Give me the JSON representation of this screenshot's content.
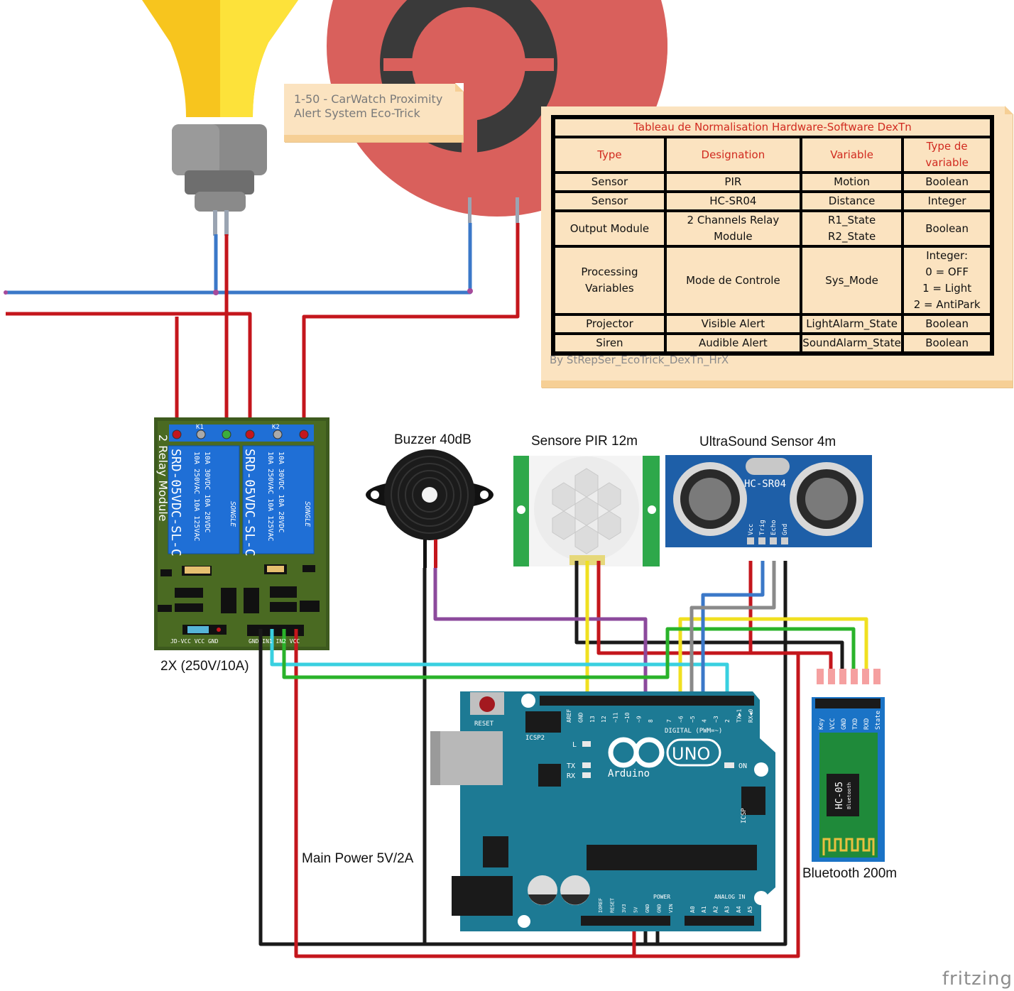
{
  "title_note": {
    "line1": "1-50 - CarWatch Proximity",
    "line2": "Alert System Eco-Trick"
  },
  "table": {
    "title": "Tableau de Normalisation Hardware-Software DexTn",
    "headers": [
      "Type",
      "Designation",
      "Variable",
      "Type de variable"
    ],
    "rows": [
      {
        "type": "Sensor",
        "designation": "PIR",
        "variable": [
          "Motion"
        ],
        "vartype": [
          "Boolean"
        ]
      },
      {
        "type": "Sensor",
        "designation": "HC-SR04",
        "variable": [
          "Distance"
        ],
        "vartype": [
          "Integer"
        ]
      },
      {
        "type": "Output Module",
        "designation": "2 Channels Relay Module",
        "variable": [
          "R1_State",
          "R2_State"
        ],
        "vartype": [
          "Boolean"
        ]
      },
      {
        "type": "Processing Variables",
        "designation": "Mode de Controle",
        "variable": [
          "Sys_Mode"
        ],
        "vartype": [
          "Integer:",
          "0 = OFF",
          "1 = Light",
          "2 = AntiPark"
        ]
      },
      {
        "type": "Projector",
        "designation": "Visible Alert",
        "variable": [
          "LightAlarm_State"
        ],
        "vartype": [
          "Boolean"
        ]
      },
      {
        "type": "Siren",
        "designation": "Audible Alert",
        "variable": [
          "SoundAlarm_State"
        ],
        "vartype": [
          "Boolean"
        ]
      }
    ],
    "byline": "By StRepSer_EcoTrick_DexTn_HrX"
  },
  "labels": {
    "buzzer": "Buzzer 40dB",
    "pir": "Sensore PIR 12m",
    "ultrasound": "UltraSound Sensor 4m",
    "relay_rating": "2X (250V/10A)",
    "main_power": "Main Power 5V/2A",
    "bluetooth": "Bluetooth 200m",
    "watermark": "fritzing"
  },
  "components": {
    "relay": {
      "side_label": "2 Relay Module",
      "relay_model": "SRD-05VDC-SL-C",
      "relay_brand": "SONGLE",
      "relay_rating_1": "10A 250VAC  10A 125VAC",
      "relay_rating_2": "10A 30VDC  10A 28VDC",
      "k1": "K1",
      "k2": "K2",
      "jumper_label": "JD-VCC  VCC  GND",
      "header_label": "GND IN1 IN2 VCC"
    },
    "hcsr04": {
      "model": "HC-SR04",
      "pins": [
        "Vcc",
        "Trig",
        "Echo",
        "Gnd"
      ]
    },
    "arduino": {
      "reset": "RESET",
      "icsp2": "ICSP2",
      "icsp": "ICSP",
      "brand": "Arduino",
      "model": "UNO",
      "digital": "DIGITAL (PWM=~)",
      "on": "ON",
      "l": "L",
      "tx": "TX",
      "rx": "RX",
      "power": "POWER",
      "analog_in": "ANALOG IN",
      "top_pins": [
        "AREF",
        "GND",
        "13",
        "12",
        "~11",
        "~10",
        "~9",
        "8",
        "7",
        "~6",
        "~5",
        "4",
        "~3",
        "2",
        "TX▶1",
        "RX◀0"
      ],
      "power_pins": [
        "IOREF",
        "RESET",
        "3V3",
        "5V",
        "GND",
        "GND",
        "VIN"
      ],
      "analog_pins": [
        "A0",
        "A1",
        "A2",
        "A3",
        "A4",
        "A5"
      ]
    },
    "hc05": {
      "model": "HC-05",
      "sub": "Bluetooth",
      "pins": [
        "Key",
        "VCC",
        "GND",
        "TXD",
        "RXD",
        "State"
      ]
    }
  },
  "colors": {
    "wire_red": "#c4161c",
    "wire_blue": "#3b78c8",
    "wire_black": "#1a1a1a",
    "wire_yellow": "#f0e020",
    "wire_green": "#2ab32a",
    "wire_cyan": "#39d0e0",
    "wire_grey": "#8a8a8a",
    "wire_purple": "#8c4a9c",
    "arduino_teal": "#1d7a94",
    "relay_pcb": "#3d5a1e",
    "relay_blue": "#1f6fd6",
    "hcsr04_blue": "#1e5fa8",
    "hc05_blue": "#1a73c6",
    "siren_red": "#d9605c",
    "bulb_yellow": "#f7c51e",
    "note_bg": "#fbe3c0",
    "table_header": "#d12a1f"
  }
}
